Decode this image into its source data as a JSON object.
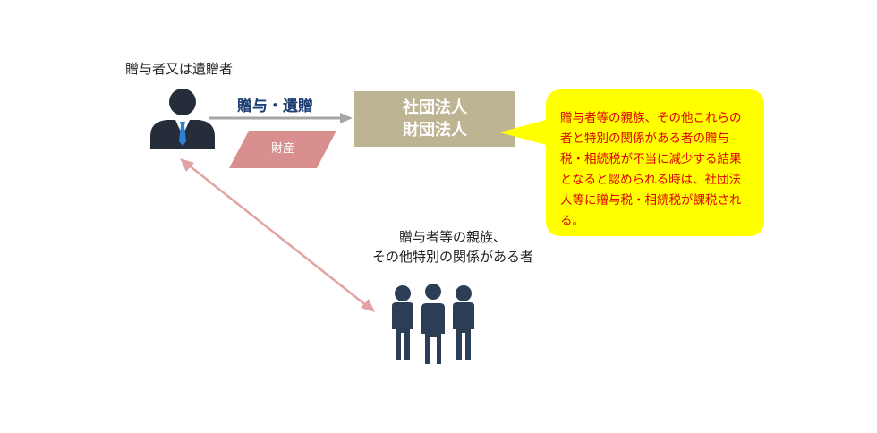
{
  "donor": {
    "label": "贈与者又は遺贈者",
    "icon": "businessman-icon"
  },
  "transfer": {
    "label": "贈与・遺贈",
    "property_label": "財産"
  },
  "corporation": {
    "line1": "社団法人",
    "line2": "財団法人"
  },
  "callout": {
    "text": "贈与者等の親族、その他これらの者と特別の関係がある者の贈与税・相続税が不当に減少する結果となると認められる時は、社団法人等に贈与税・相続税が課税される。"
  },
  "relatives": {
    "line1": "贈与者等の親族、",
    "line2": "その他特別の関係がある者",
    "icon": "group-of-people-icon"
  },
  "colors": {
    "corporation_box": "#bcb493",
    "property_shape": "#da8f8f",
    "callout_fill": "#ffff00",
    "callout_text": "#e00000",
    "gift_label": "#1f3f73",
    "arrow_gray": "#a6a6a6",
    "relation_arrow": "#e2a3a3",
    "person_dark": "#262d3a",
    "group_blue": "#2c3e56",
    "tie_blue": "#2e7fd6"
  }
}
